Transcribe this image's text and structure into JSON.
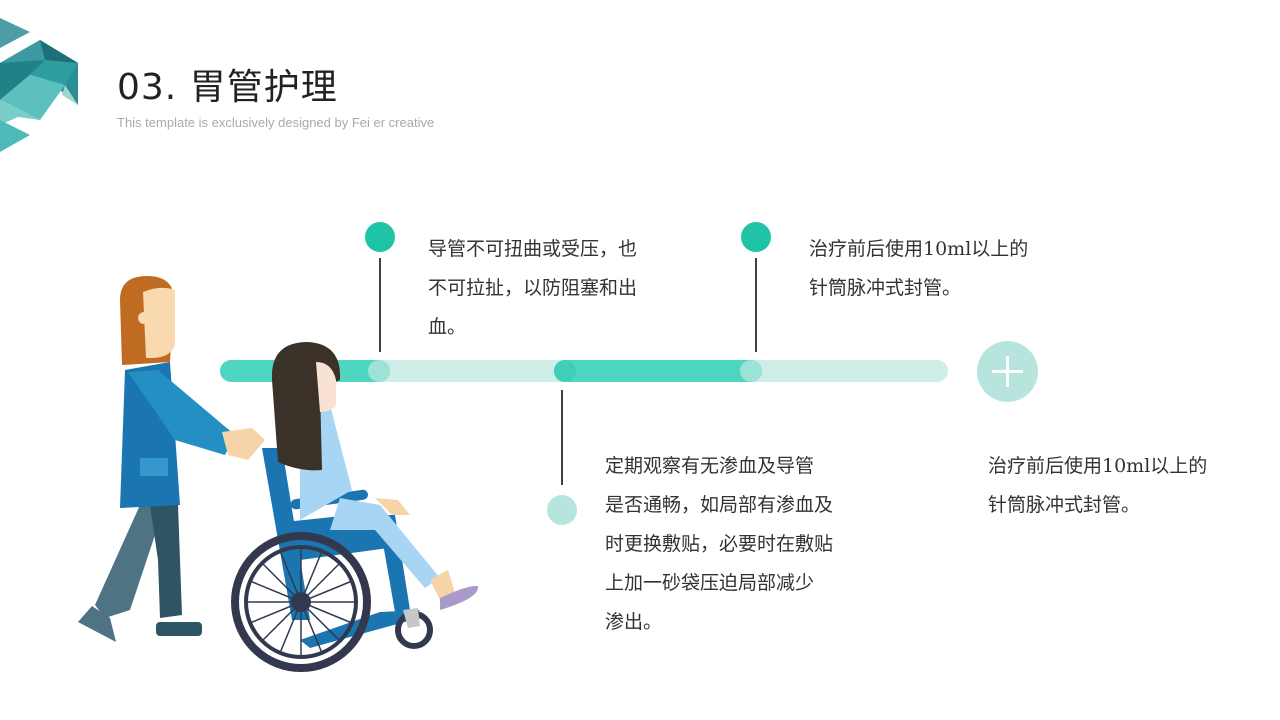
{
  "header": {
    "title": "03. 胃管护理",
    "subtitle": "This template is exclusively designed by Fei er creative"
  },
  "colors": {
    "accent_dark": "#1fc3a5",
    "accent_mid": "#4fd6c1",
    "accent_light": "#ceeee7",
    "accent_dot_light": "#b7e5dd",
    "logo_teal": "#2a8e94"
  },
  "timeline": {
    "items": [
      {
        "position": "top",
        "text_lines": [
          "导管不可扭曲或受压，也",
          "不可拉扯，以防阻塞和出",
          "血。"
        ]
      },
      {
        "position": "bottom",
        "text_lines": [
          "定期观察有无渗血及导管",
          "是否通畅，如局部有渗血及",
          "时更换敷贴，必要时在敷贴",
          "上加一砂袋压迫局部减少",
          "渗出。"
        ]
      },
      {
        "position": "top",
        "text_lines": [
          "治疗前后使用10ml以上的",
          "针筒脉冲式封管。"
        ]
      },
      {
        "position": "right",
        "text_lines": [
          "治疗前后使用10ml以上的",
          "针筒脉冲式封管。"
        ]
      }
    ],
    "add_icon": "plus-icon"
  },
  "illustration": {
    "description": "nurse-pushing-patient-in-wheelchair"
  }
}
